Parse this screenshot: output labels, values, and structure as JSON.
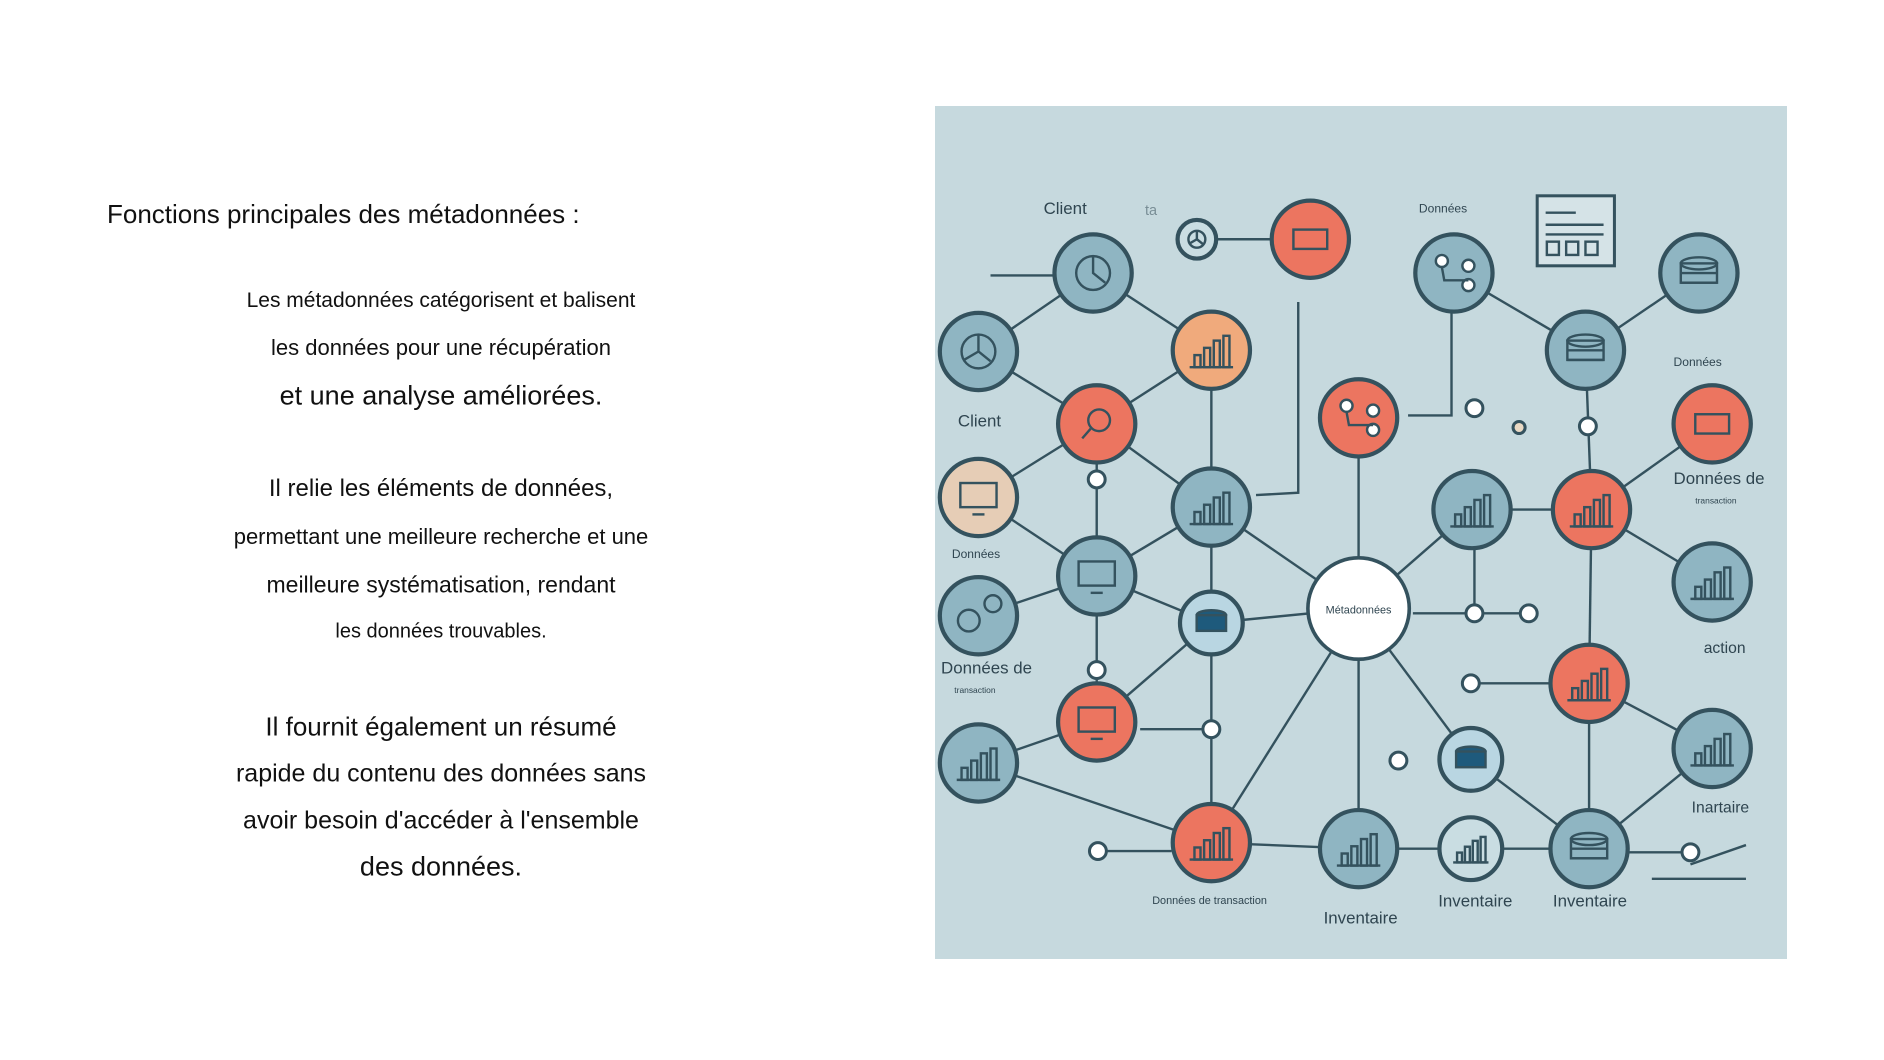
{
  "text": {
    "title": "Fonctions principales des métadonnées :",
    "lines": [
      "Les métadonnées catégorisent et balisent",
      "les données pour une récupération",
      "et une analyse améliorées.",
      "Il relie les éléments de données,",
      "permettant une meilleure recherche et une",
      "meilleure systématisation, rendant",
      "les données trouvables.",
      "Il fournit également un résumé",
      "rapide du contenu des données sans",
      "avoir besoin d'accéder à l'ensemble",
      "des données."
    ]
  },
  "diagram": {
    "center_label": "Métadonnées",
    "labels": [
      "Client",
      "ta",
      "Données",
      "Client",
      "Données",
      "Données de",
      "transaction",
      "Données",
      "Données de",
      "transaction",
      "action",
      "Inartaire",
      "Données de transaction",
      "Inventaire",
      "Inventaire",
      "Inventaire"
    ],
    "colors": {
      "background": "#c6d9de",
      "blue_node": "#8fb5c2",
      "red_node": "#ec7560",
      "orange_node": "#f0aa7c",
      "beige_node": "#e6cdb6",
      "stroke": "#34525e",
      "dark_db": "#1e5a7c"
    }
  }
}
